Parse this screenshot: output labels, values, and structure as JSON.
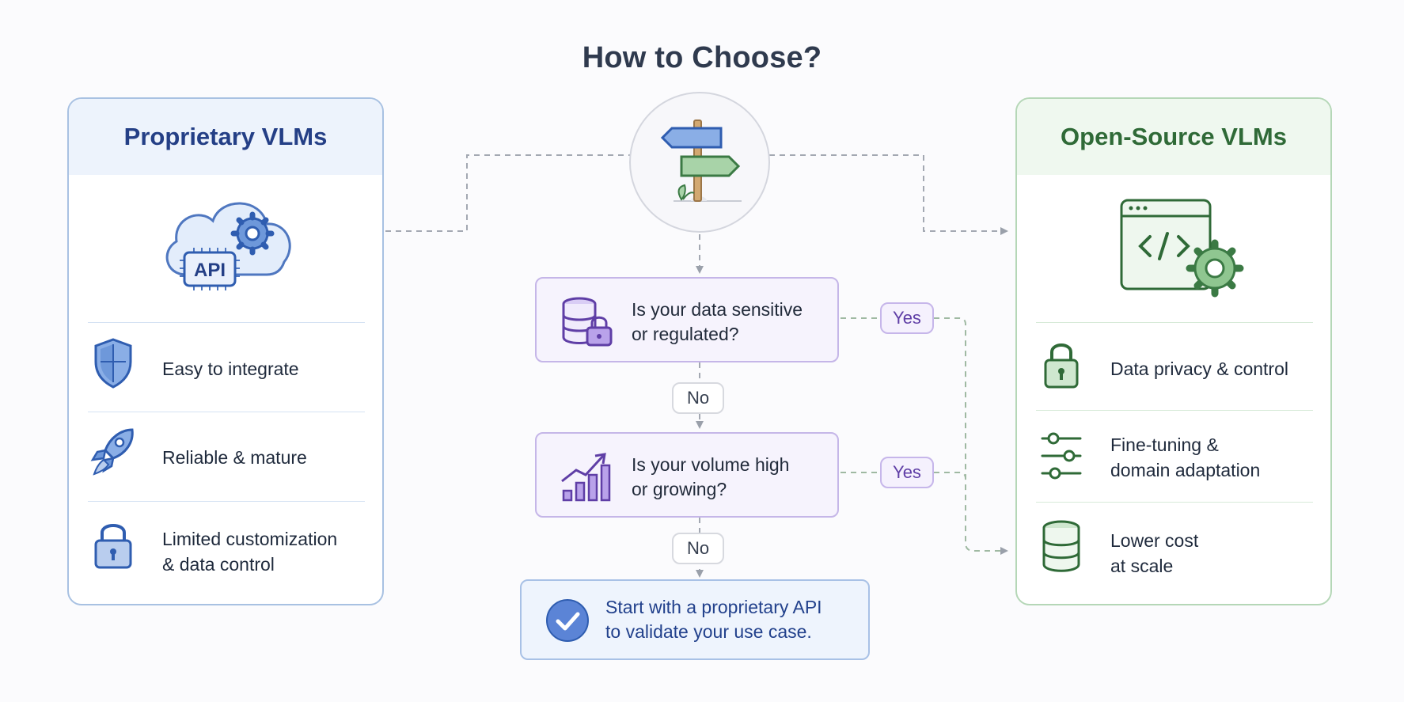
{
  "title": "How to Choose?",
  "left_panel": {
    "heading": "Proprietary VLMs",
    "hero_icon": "cloud-api-gear-icon",
    "hero_label": "API",
    "features": [
      {
        "icon": "shield-icon",
        "text": "Easy to integrate"
      },
      {
        "icon": "rocket-icon",
        "text": "Reliable & mature"
      },
      {
        "icon": "lock-icon",
        "line1": "Limited customization",
        "line2": "& data control"
      }
    ]
  },
  "right_panel": {
    "heading": "Open-Source VLMs",
    "hero_icon": "code-window-gear-icon",
    "features": [
      {
        "icon": "lock-icon",
        "text": "Data privacy & control"
      },
      {
        "icon": "sliders-icon",
        "line1": "Fine-tuning &",
        "line2": "domain adaptation"
      },
      {
        "icon": "database-icon",
        "line1": "Lower cost",
        "line2": "at scale"
      }
    ]
  },
  "center": {
    "hero_icon": "signpost-icon",
    "questions": [
      {
        "icon": "database-lock-icon",
        "line1": "Is your data sensitive",
        "line2": "or regulated?",
        "yes": "Yes",
        "no": "No"
      },
      {
        "icon": "bar-chart-growth-icon",
        "line1": "Is your volume high",
        "line2": "or growing?",
        "yes": "Yes",
        "no": "No"
      }
    ],
    "result": {
      "icon": "check-circle-icon",
      "line1": "Start with a proprietary API",
      "line2": "to validate your use case."
    }
  },
  "colors": {
    "proprietary_accent": "#243f86",
    "open_source_accent": "#2f6a37",
    "question_accent": "#5f3ea6",
    "connector": "#9aa0aa"
  }
}
